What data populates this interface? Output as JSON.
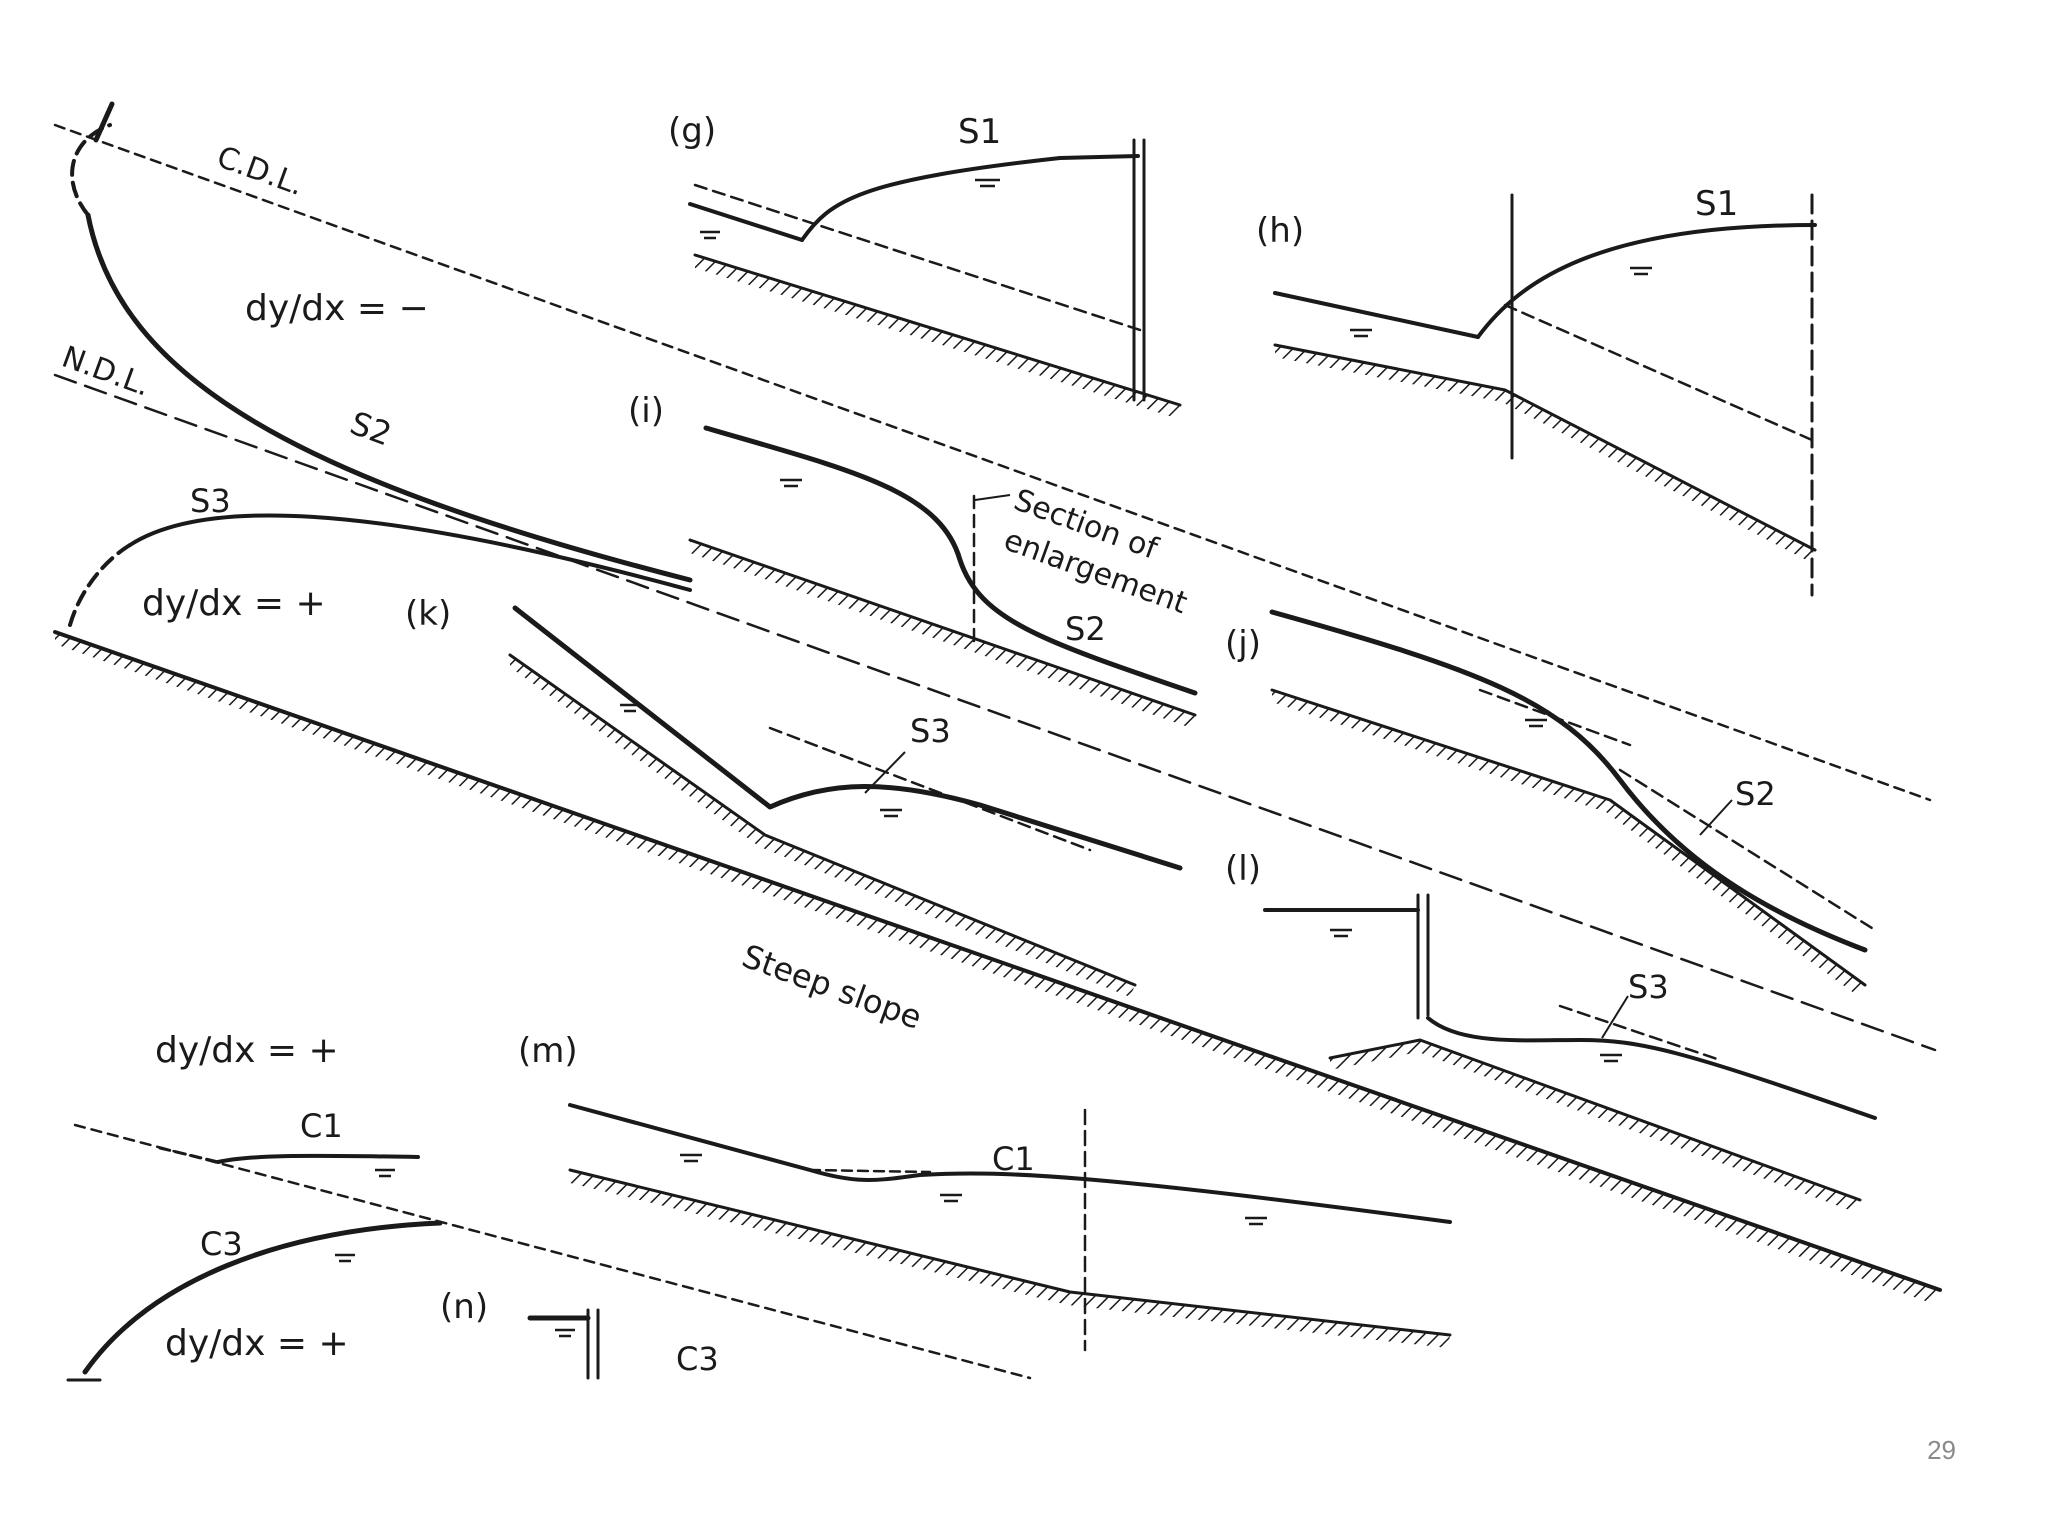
{
  "slide": {
    "page_number": "29"
  },
  "diagram": {
    "labels": {
      "cdl": "C.D.L.",
      "ndl": "N.D.L.",
      "s1_g": "S1",
      "s1_h": "S1",
      "s2_main": "S2",
      "s3_main": "S3",
      "s2_i": "S2",
      "s3_k": "S3",
      "s2_j": "S2",
      "s3_l": "S3",
      "c1_left": "C1",
      "c3_left": "C3",
      "c1_m": "C1",
      "c3_n": "C3",
      "dydx_neg": "dy/dx = −",
      "dydx_pos1": "dy/dx = +",
      "dydx_pos2": "dy/dx = +",
      "dydx_pos3": "dy/dx = +",
      "panel_g": "(g)",
      "panel_h": "(h)",
      "panel_i": "(i)",
      "panel_j": "(j)",
      "panel_k": "(k)",
      "panel_l": "(l)",
      "panel_m": "(m)",
      "panel_n": "(n)",
      "section_of": "Section of",
      "enlargement": "enlargement",
      "steep_slope": "Steep slope"
    },
    "colors": {
      "ink": "#1a1a1a",
      "page_number": "#8a8a8a"
    }
  }
}
